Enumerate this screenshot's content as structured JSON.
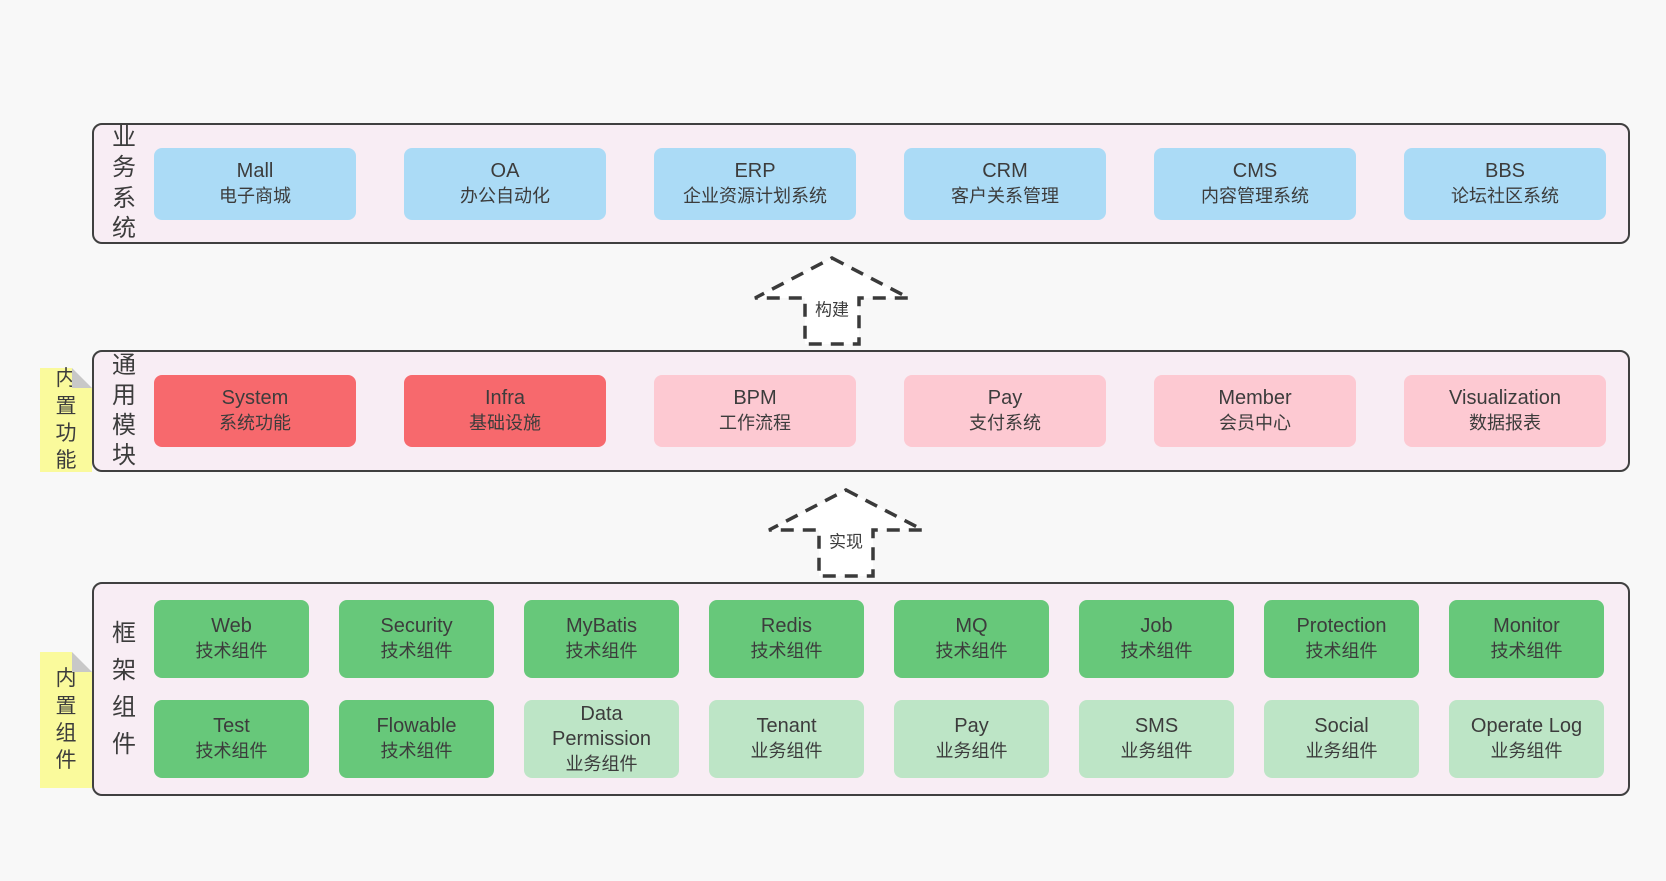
{
  "colors": {
    "pageBg": "#f8f8f8",
    "containerBg": "#f8edf4",
    "border": "#404040",
    "text": "#3c3c3c",
    "blue": "#abdbf6",
    "red": "#f7696d",
    "pink": "#fdc9d2",
    "green": "#67c87a",
    "lightgreen": "#bde5c6",
    "yellow": "#fafa9c",
    "fold": "#c8c8c8",
    "arrow": "#3a3a3a"
  },
  "arrows": [
    {
      "label": "构建"
    },
    {
      "label": "实现"
    }
  ],
  "layers": [
    {
      "label": "业务系统",
      "boxes": [
        {
          "en": "Mall",
          "zh": "电子商城",
          "variant": "blue"
        },
        {
          "en": "OA",
          "zh": "办公自动化",
          "variant": "blue"
        },
        {
          "en": "ERP",
          "zh": "企业资源计划系统",
          "variant": "blue"
        },
        {
          "en": "CRM",
          "zh": "客户关系管理",
          "variant": "blue"
        },
        {
          "en": "CMS",
          "zh": "内容管理系统",
          "variant": "blue"
        },
        {
          "en": "BBS",
          "zh": "论坛社区系统",
          "variant": "blue"
        }
      ]
    },
    {
      "label": "通用模块",
      "sticky": "内置功能",
      "boxes": [
        {
          "en": "System",
          "zh": "系统功能",
          "variant": "red"
        },
        {
          "en": "Infra",
          "zh": "基础设施",
          "variant": "red"
        },
        {
          "en": "BPM",
          "zh": "工作流程",
          "variant": "pink"
        },
        {
          "en": "Pay",
          "zh": "支付系统",
          "variant": "pink"
        },
        {
          "en": "Member",
          "zh": "会员中心",
          "variant": "pink"
        },
        {
          "en": "Visualization",
          "zh": "数据报表",
          "variant": "pink"
        }
      ]
    },
    {
      "label": "框架组件",
      "sticky": "内置组件",
      "rows": [
        [
          {
            "en": "Web",
            "zh": "技术组件",
            "variant": "green"
          },
          {
            "en": "Security",
            "zh": "技术组件",
            "variant": "green"
          },
          {
            "en": "MyBatis",
            "zh": "技术组件",
            "variant": "green"
          },
          {
            "en": "Redis",
            "zh": "技术组件",
            "variant": "green"
          },
          {
            "en": "MQ",
            "zh": "技术组件",
            "variant": "green"
          },
          {
            "en": "Job",
            "zh": "技术组件",
            "variant": "green"
          },
          {
            "en": "Protection",
            "zh": "技术组件",
            "variant": "green"
          },
          {
            "en": "Monitor",
            "zh": "技术组件",
            "variant": "green"
          }
        ],
        [
          {
            "en": "Test",
            "zh": "技术组件",
            "variant": "green"
          },
          {
            "en": "Flowable",
            "zh": "技术组件",
            "variant": "green"
          },
          {
            "en": "Data Permission",
            "zh": "业务组件",
            "variant": "lightgreen"
          },
          {
            "en": "Tenant",
            "zh": "业务组件",
            "variant": "lightgreen"
          },
          {
            "en": "Pay",
            "zh": "业务组件",
            "variant": "lightgreen"
          },
          {
            "en": "SMS",
            "zh": "业务组件",
            "variant": "lightgreen"
          },
          {
            "en": "Social",
            "zh": "业务组件",
            "variant": "lightgreen"
          },
          {
            "en": "Operate Log",
            "zh": "业务组件",
            "variant": "lightgreen"
          }
        ]
      ]
    }
  ]
}
